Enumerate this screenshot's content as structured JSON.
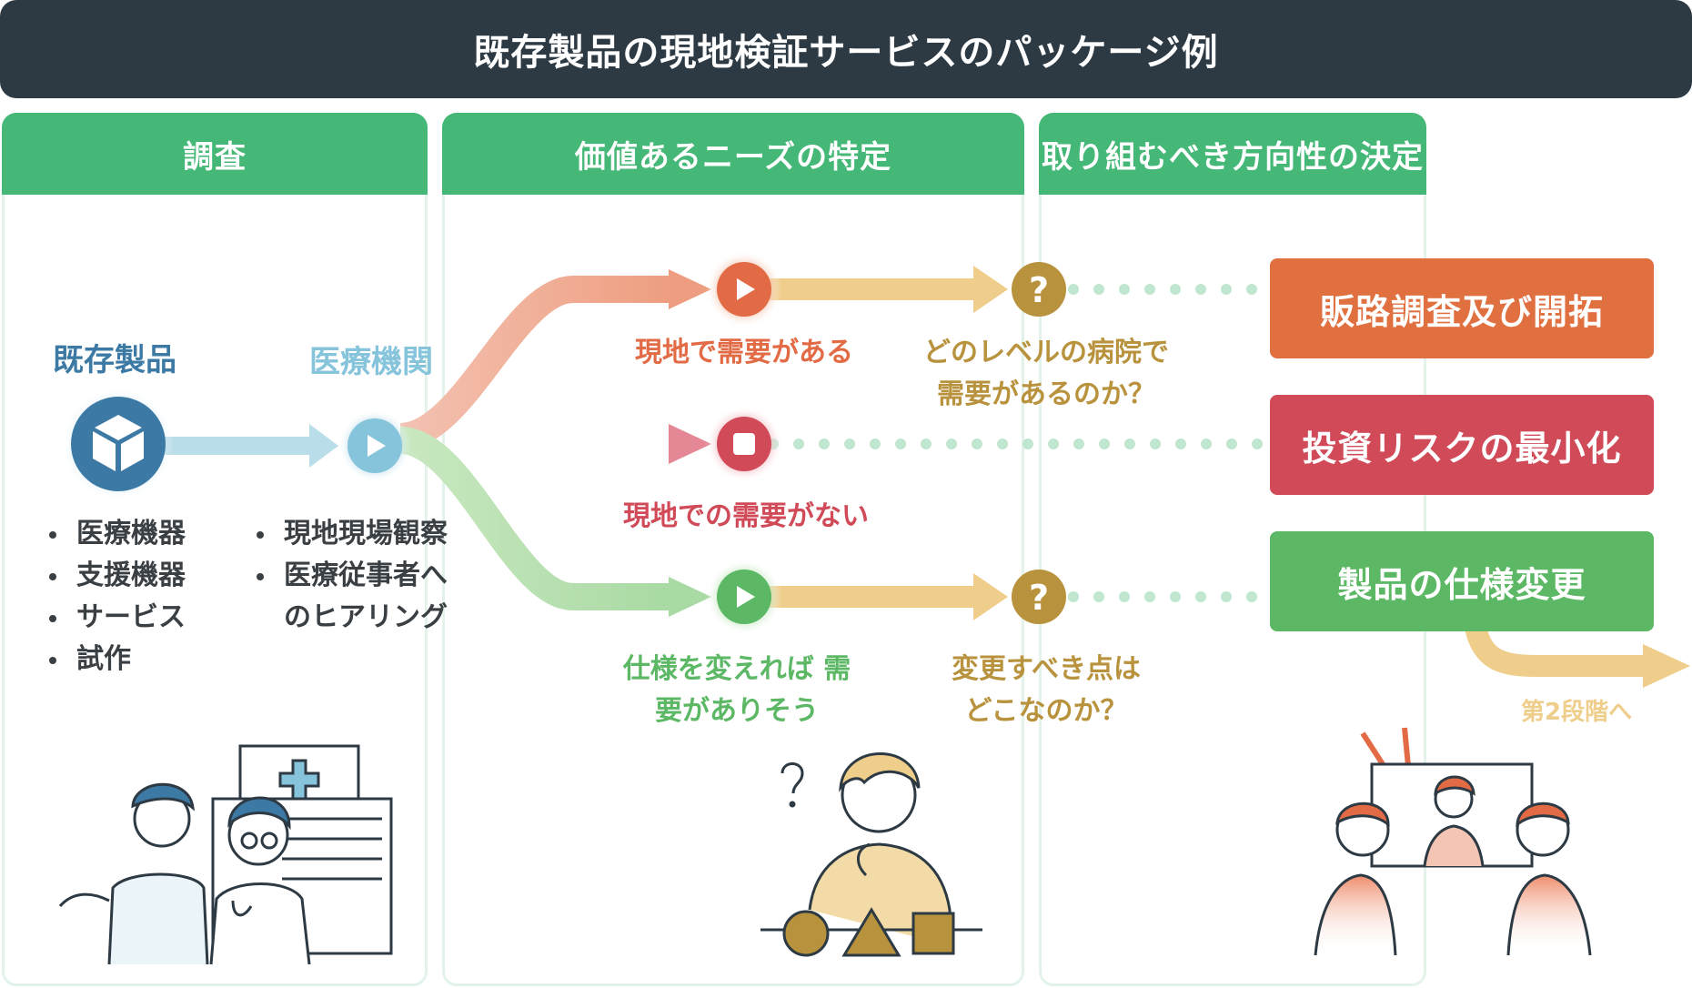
{
  "title": "既存製品の現地検証サービスのパッケージ例",
  "columns": [
    {
      "label": "調査"
    },
    {
      "label": "価値あるニーズの特定"
    },
    {
      "label": "取り組むべき方向性の決定"
    }
  ],
  "survey": {
    "node_product": "既存製品",
    "node_hospital": "医療機関",
    "product_items": [
      "医療機器",
      "支援機器",
      "サービス",
      "試作"
    ],
    "hospital_items": [
      "現地現場観察",
      "医療従事者へ",
      "のヒアリング"
    ]
  },
  "needs": {
    "top": {
      "label": "現地で需要がある",
      "question_line1": "どのレベルの病院で",
      "question_line2": "需要があるのか？"
    },
    "middle": {
      "label": "現地での需要がない"
    },
    "bottom": {
      "label_line1": "仕様を変えれば 需",
      "label_line2": "要がありそう",
      "question_line1": "変更すべき点は",
      "question_line2": "どこなのか？"
    }
  },
  "outcomes": [
    {
      "label": "販路調査及び開拓",
      "color": "#e07040"
    },
    {
      "label": "投資リスクの最小化",
      "color": "#d04a58"
    },
    {
      "label": "製品の仕様変更",
      "color": "#5cb865"
    }
  ],
  "next_stage": "第2段階へ",
  "colors": {
    "header": "#2d3a44",
    "column_head": "#45b877",
    "product_blue": "#3c7aa5",
    "hospital_blue": "#86c4dc",
    "orange": "#e07040",
    "red": "#d04a58",
    "green": "#5cb865",
    "gold": "#b8923c"
  },
  "icons": [
    "cube-icon",
    "play-icon",
    "stop-icon",
    "question-icon"
  ]
}
